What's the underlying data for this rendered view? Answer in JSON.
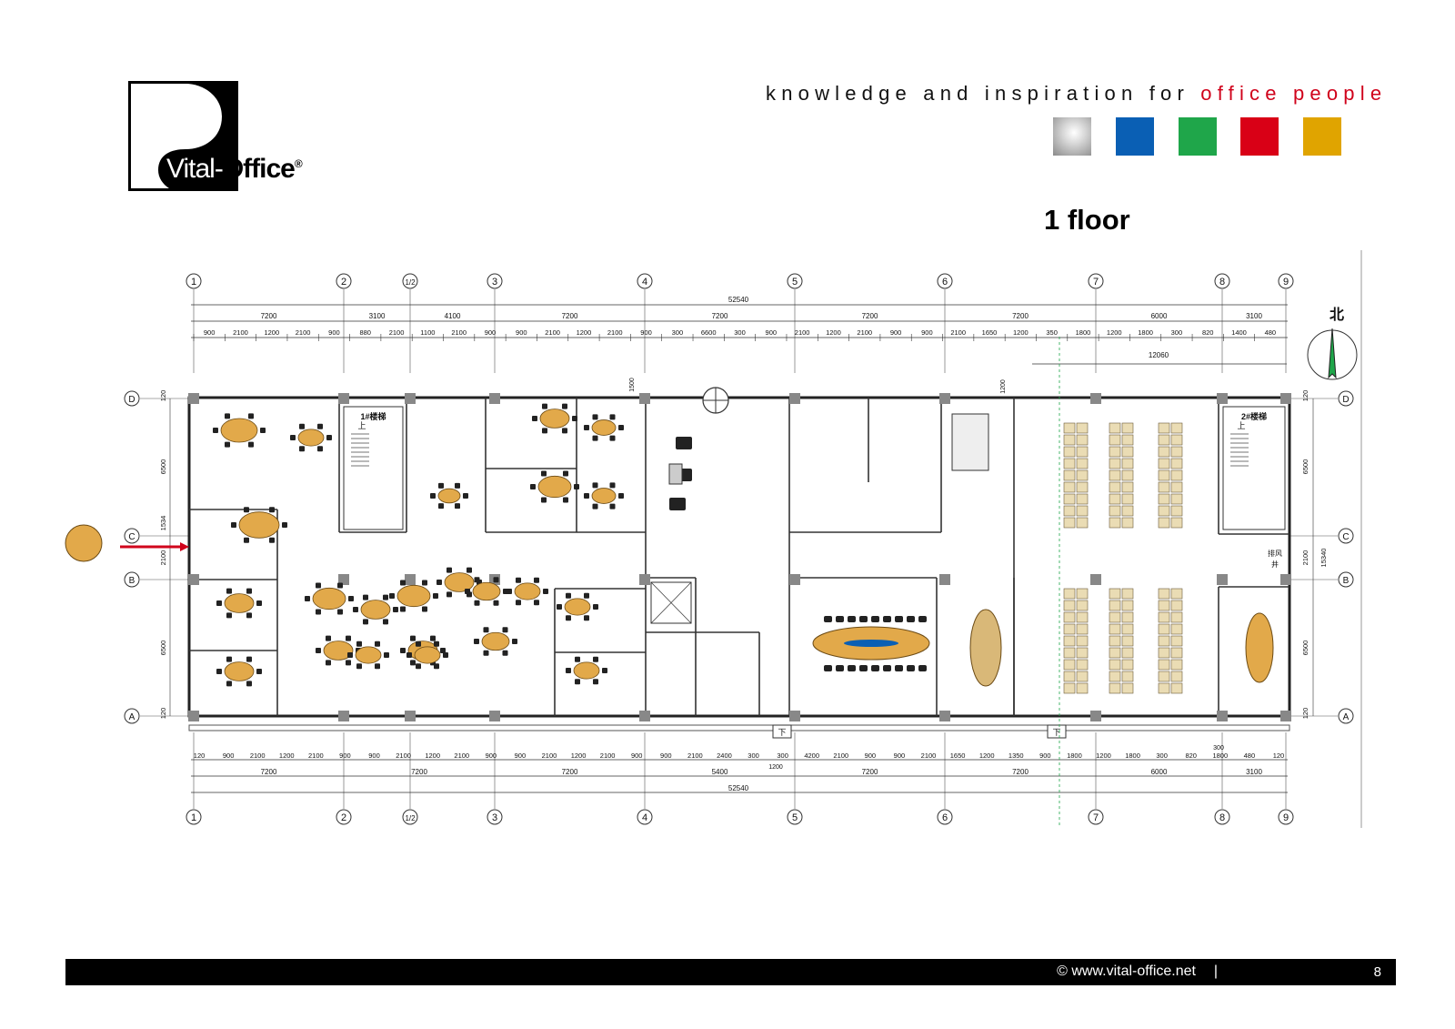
{
  "brand": {
    "name_light": "Vital-",
    "name_bold": "Office",
    "reg_mark": "®"
  },
  "tagline": {
    "part1": "knowledge and inspiration for ",
    "part2": "office people"
  },
  "swatches": [
    {
      "name": "silver",
      "color": "#b4b4b4"
    },
    {
      "name": "blue",
      "color": "#0a5fb4"
    },
    {
      "name": "green",
      "color": "#1fa64a"
    },
    {
      "name": "red",
      "color": "#d90016"
    },
    {
      "name": "gold",
      "color": "#e0a400"
    }
  ],
  "floor_title": "1 floor",
  "plan": {
    "axis_numbers": [
      "1",
      "2",
      "1/2",
      "3",
      "4",
      "5",
      "6",
      "7",
      "8",
      "9"
    ],
    "row_letters": [
      "D",
      "C",
      "B",
      "A"
    ],
    "north_label": "北",
    "total_dim": "52540",
    "sub_dim": "12060",
    "span_dims_top": [
      "7200",
      "3100",
      "4100",
      "7200",
      "7200",
      "7200",
      "7200",
      "6000",
      "3100"
    ],
    "detail_dims_top": [
      "900",
      "2100",
      "1200",
      "2100",
      "900",
      "880",
      "2100",
      "1100",
      "2100",
      "900",
      "900",
      "2100",
      "1200",
      "2100",
      "900",
      "300",
      "6600",
      "300",
      "900",
      "2100",
      "1200",
      "2100",
      "900",
      "900",
      "2100",
      "1650",
      "1200",
      "350",
      "1800",
      "1200",
      "1800",
      "300",
      "820",
      "1400",
      "480"
    ],
    "span_dims_bottom": [
      "7200",
      "7200",
      "7200",
      "5400",
      "7200",
      "7200",
      "6000",
      "3100"
    ],
    "detail_dims_bottom": [
      "120",
      "900",
      "2100",
      "1200",
      "2100",
      "900",
      "900",
      "2100",
      "1200",
      "2100",
      "900",
      "900",
      "2100",
      "1200",
      "2100",
      "900",
      "900",
      "2100",
      "2400",
      "300",
      "300",
      "4200",
      "2100",
      "900",
      "900",
      "2100",
      "1650",
      "1200",
      "1350",
      "900",
      "1800",
      "1200",
      "1800",
      "300",
      "820",
      "1800",
      "480",
      "120"
    ],
    "side_dims_left": [
      "120",
      "6500",
      "1534",
      "2100",
      "6500",
      "120"
    ],
    "side_dims_right": [
      "120",
      "6500",
      "2100",
      "15340",
      "6500",
      "120"
    ],
    "stair_label_1": "1#楼梯",
    "stair_label_2": "2#楼梯",
    "stair_up": "上",
    "stair_down": "下",
    "shaft_label": "排风井",
    "dim_1500": "1500",
    "dim_1200": "1200",
    "dim_1200_bottom": "1200",
    "dim_300_right": "300"
  },
  "footer": {
    "copyright": "©  www.vital-office.net",
    "separator": "|",
    "page": "8"
  }
}
